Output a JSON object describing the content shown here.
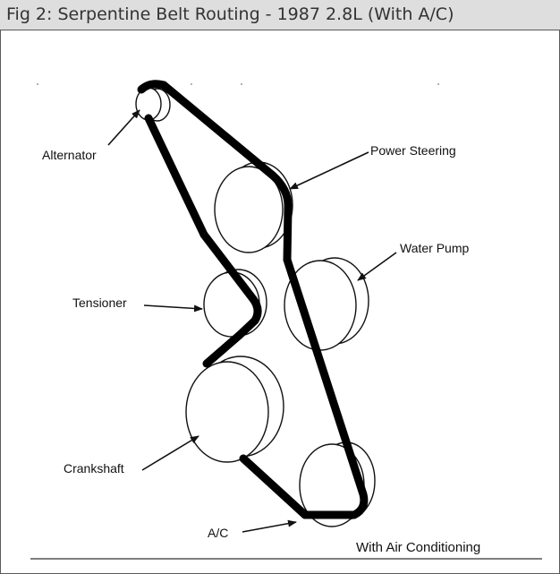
{
  "figure": {
    "title": "Fig 2: Serpentine Belt Routing - 1987 2.8L (With A/C)",
    "caption": "With Air Conditioning"
  },
  "components": {
    "alternator": "Alternator",
    "power_steering": "Power Steering",
    "water_pump": "Water Pump",
    "tensioner": "Tensioner",
    "crankshaft": "Crankshaft",
    "ac": "A/C"
  },
  "colors": {
    "belt": "#000000",
    "title_bar": "#dedede",
    "title_text": "#333333",
    "border": "#5a5a5a"
  }
}
